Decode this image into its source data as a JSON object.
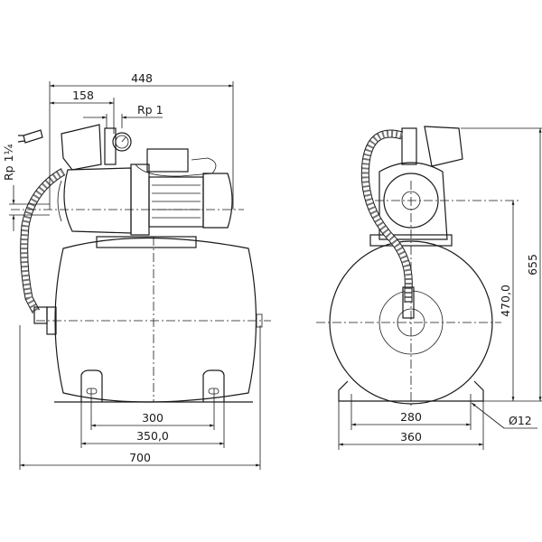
{
  "drawing": {
    "front_view": {
      "dimensions": {
        "overall_pump_length": "448",
        "inlet_offset": "158",
        "outlet_thread": "Rp 1",
        "inlet_thread": "Rp 1¼",
        "foot_hole_spacing": "300",
        "foot_width": "350,0",
        "tank_length": "700"
      }
    },
    "side_view": {
      "dimensions": {
        "overall_height": "655",
        "axis_height": "470,0",
        "foot_hole_spacing": "280",
        "base_width": "360",
        "hole_diameter": "Ø12"
      }
    }
  }
}
